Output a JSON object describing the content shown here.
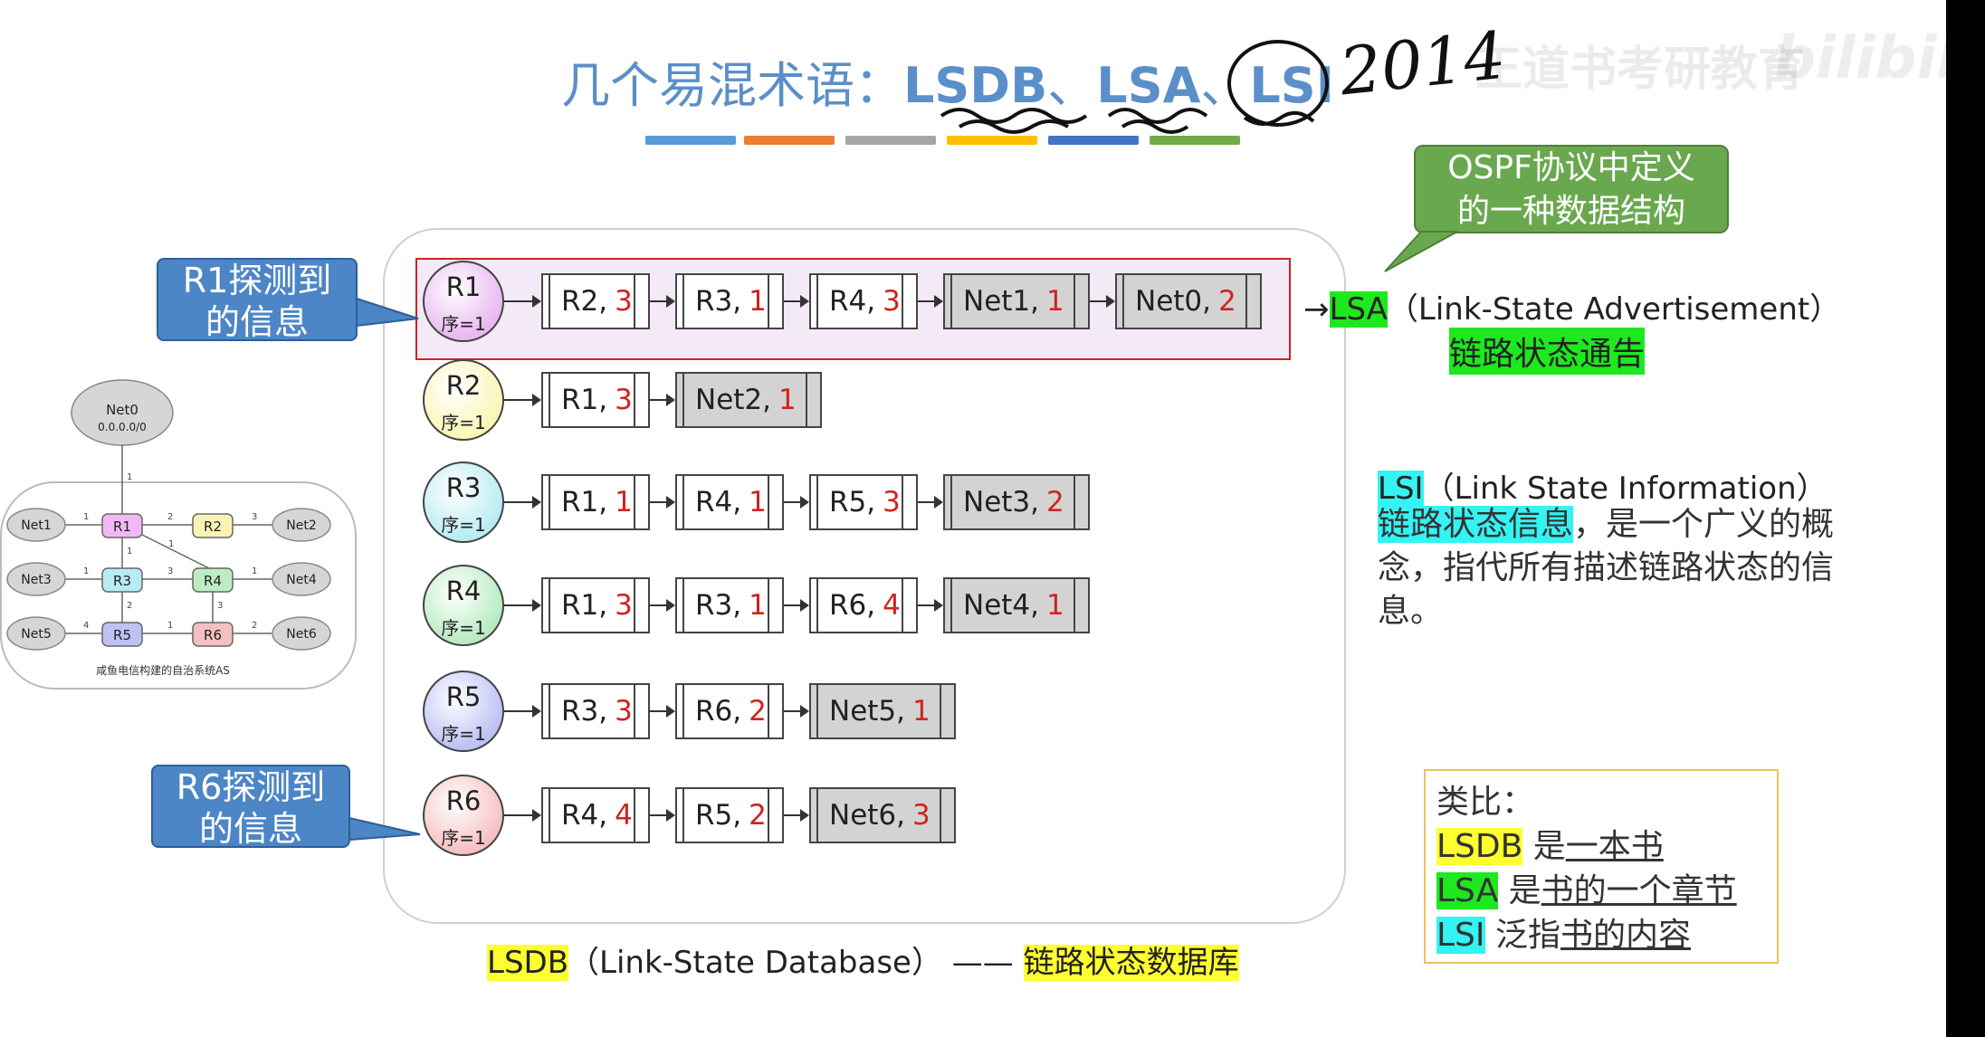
{
  "title": {
    "prefix": "几个易混术语：",
    "lsdb": "LSDB",
    "sep1": "、",
    "lsa": "LSA",
    "sep2": "、",
    "lsi": "LSI"
  },
  "handwriting": "2014",
  "watermark": "王道书考研教育",
  "bilibili": "bilibili",
  "color_bars": [
    "#5b9bd5",
    "#ed7d31",
    "#a5a5a5",
    "#ffc000",
    "#4472c4",
    "#70ad47"
  ],
  "callouts": {
    "r1": "R1探测到\n的信息",
    "r6": "R6探测到\n的信息",
    "ospf": "OSPF协议中定义\n的一种数据结构"
  },
  "routers": [
    {
      "name": "R1",
      "seq": "序=1",
      "color": "#e9b8f0",
      "entries": [
        {
          "label": "R2,",
          "cost": "3",
          "net": false
        },
        {
          "label": "R3,",
          "cost": "1",
          "net": false
        },
        {
          "label": "R4,",
          "cost": "3",
          "net": false
        },
        {
          "label": "Net1,",
          "cost": "1",
          "net": true
        },
        {
          "label": "Net0,",
          "cost": "2",
          "net": true
        }
      ]
    },
    {
      "name": "R2",
      "seq": "序=1",
      "color": "#fbf6b7",
      "entries": [
        {
          "label": "R1,",
          "cost": "3",
          "net": false
        },
        {
          "label": "Net2,",
          "cost": "1",
          "net": true
        }
      ]
    },
    {
      "name": "R3",
      "seq": "序=1",
      "color": "#b9ecf2",
      "entries": [
        {
          "label": "R1,",
          "cost": "1",
          "net": false
        },
        {
          "label": "R4,",
          "cost": "1",
          "net": false
        },
        {
          "label": "R5,",
          "cost": "3",
          "net": false
        },
        {
          "label": "Net3,",
          "cost": "2",
          "net": true
        }
      ]
    },
    {
      "name": "R4",
      "seq": "序=1",
      "color": "#b9ebc2",
      "entries": [
        {
          "label": "R1,",
          "cost": "3",
          "net": false
        },
        {
          "label": "R3,",
          "cost": "1",
          "net": false
        },
        {
          "label": "R6,",
          "cost": "4",
          "net": false
        },
        {
          "label": "Net4,",
          "cost": "1",
          "net": true
        }
      ]
    },
    {
      "name": "R5",
      "seq": "序=1",
      "color": "#bdc1f4",
      "entries": [
        {
          "label": "R3,",
          "cost": "3",
          "net": false
        },
        {
          "label": "R6,",
          "cost": "2",
          "net": false
        },
        {
          "label": "Net5,",
          "cost": "1",
          "net": true
        }
      ]
    },
    {
      "name": "R6",
      "seq": "序=1",
      "color": "#f6c1c3",
      "entries": [
        {
          "label": "R4,",
          "cost": "4",
          "net": false
        },
        {
          "label": "R5,",
          "cost": "2",
          "net": false
        },
        {
          "label": "Net6,",
          "cost": "3",
          "net": true
        }
      ]
    }
  ],
  "lsa": {
    "arrow": "→",
    "abbr": "LSA",
    "full": "（Link-State Advertisement）",
    "cn": "链路状态通告"
  },
  "lsi": {
    "abbr": "LSI",
    "full": "（Link State Information）",
    "cn": "链路状态信息",
    "desc": "，是一个广义的概念，指代所有描述链路状态的信息。"
  },
  "lsdb": {
    "abbr": "LSDB",
    "full": "（Link-State Database）",
    "dash": "——",
    "cn": "链路状态数据库"
  },
  "analogy": {
    "heading": "类比：",
    "lines": [
      {
        "abbr": "LSDB",
        "verb": " 是",
        "obj": "一本书"
      },
      {
        "abbr": "LSA",
        "verb": " 是",
        "obj": "书的一个章节"
      },
      {
        "abbr": "LSI",
        "verb": " 泛指",
        "obj": "书的内容"
      }
    ]
  },
  "mini_network": {
    "caption": "咸鱼电信构建的自治系统AS",
    "net0": "Net0",
    "net0_addr": "0.0.0.0/0",
    "routers": [
      "R1",
      "R2",
      "R3",
      "R4",
      "R5",
      "R6"
    ],
    "nets": [
      "Net1",
      "Net2",
      "Net3",
      "Net4",
      "Net5",
      "Net6"
    ],
    "router_colors": [
      "#f0b8f5",
      "#faf3b5",
      "#b7ecf3",
      "#bdecc4",
      "#bdc1f3",
      "#f5bfc2"
    ],
    "costs": [
      "1",
      "1",
      "2",
      "3",
      "1",
      "1",
      "1",
      "3",
      "1",
      "2",
      "3",
      "4",
      "1",
      "2"
    ]
  }
}
